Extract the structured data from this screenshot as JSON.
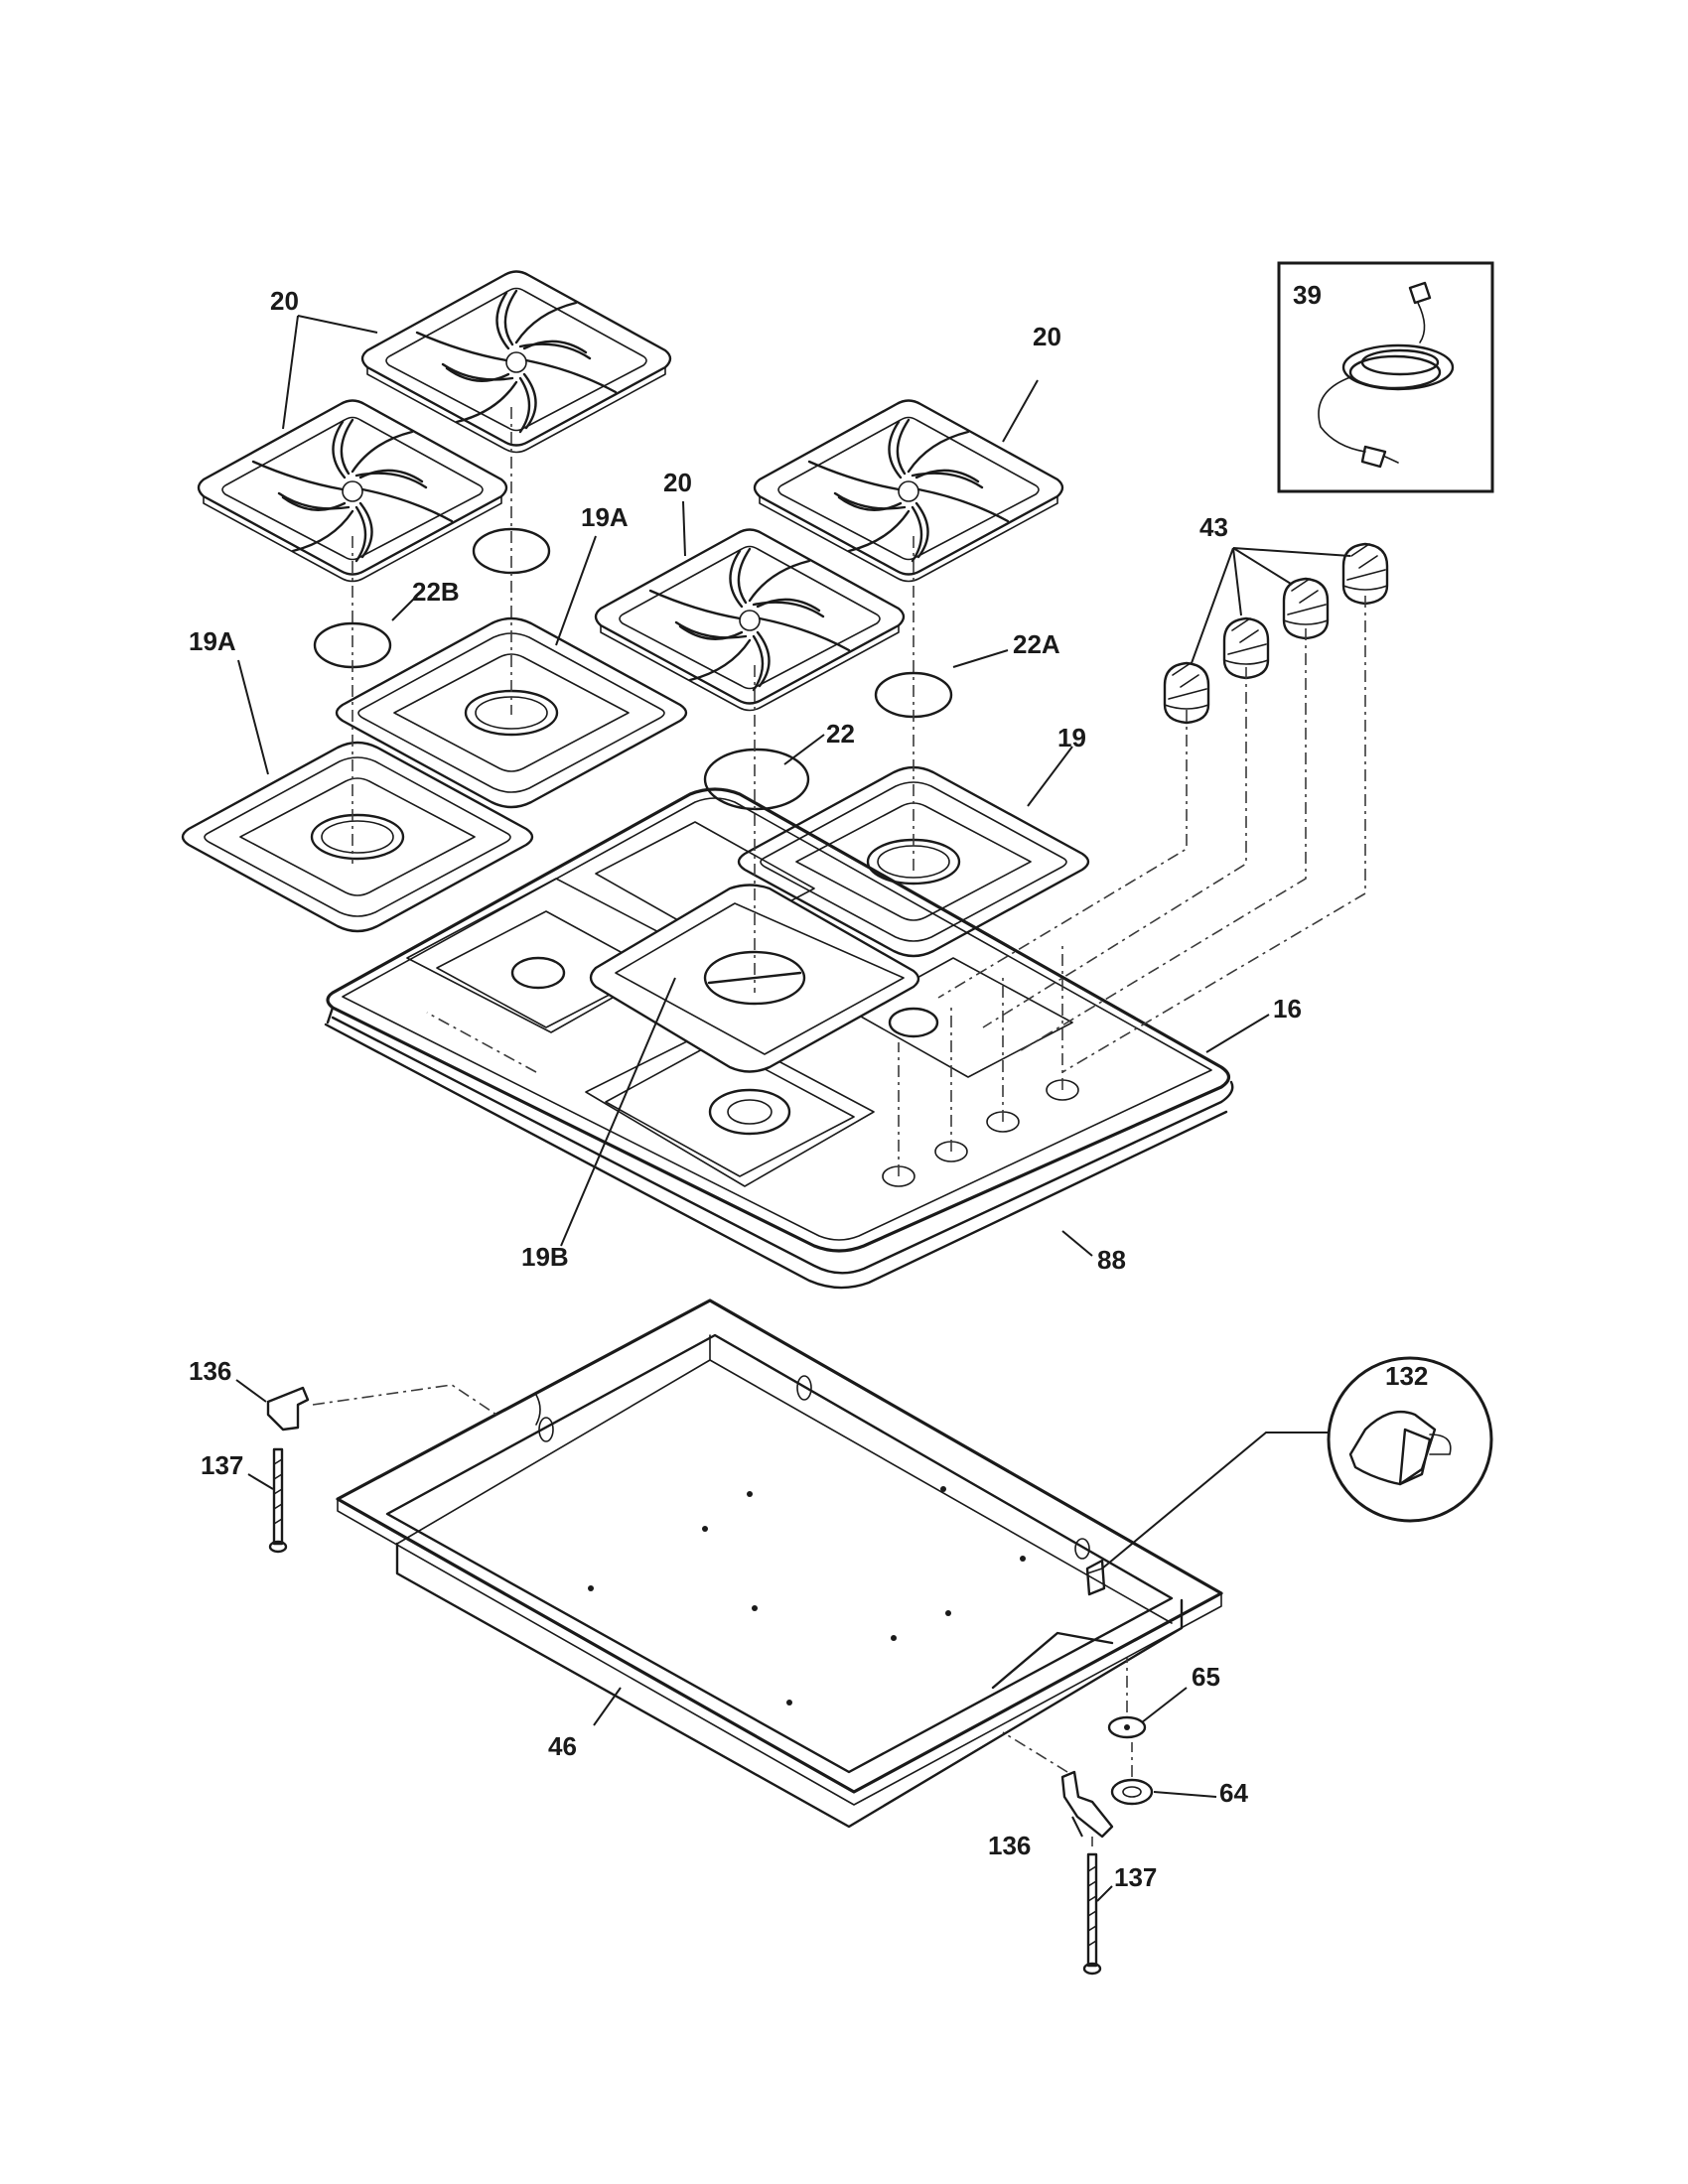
{
  "diagram": {
    "callouts": {
      "c20_left": "20",
      "c20_right": "20",
      "c20_center": "20",
      "c39": "39",
      "c43": "43",
      "c19A_top": "19A",
      "c19A_left": "19A",
      "c22B": "22B",
      "c22A": "22A",
      "c22": "22",
      "c19": "19",
      "c16": "16",
      "c19B": "19B",
      "c88": "88",
      "c136_top": "136",
      "c137_top": "137",
      "c132": "132",
      "c65": "65",
      "c64": "64",
      "c46": "46",
      "c136_bottom": "136",
      "c137_bottom": "137"
    }
  }
}
